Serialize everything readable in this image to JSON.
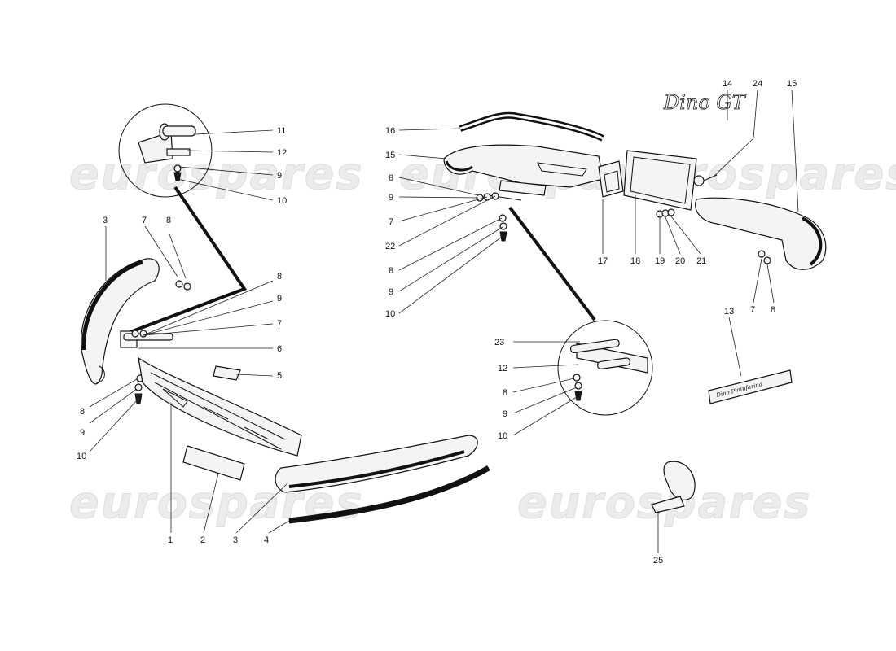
{
  "watermark": "eurospares",
  "emblem_script": "Dino GT",
  "badge_text": "Dino Pininfarina",
  "callouts": {
    "c1": "1",
    "c2": "2",
    "c3a": "3",
    "c3b": "3",
    "c4": "4",
    "c5": "5",
    "c6": "6",
    "c7a": "7",
    "c7b": "7",
    "c7c": "7",
    "c7d": "7",
    "c8a": "8",
    "c8b": "8",
    "c8c": "8",
    "c8d": "8",
    "c8e": "8",
    "c8f": "8",
    "c8g": "8",
    "c9a": "9",
    "c9b": "9",
    "c9c": "9",
    "c9d": "9",
    "c9e": "9",
    "c9f": "9",
    "c10a": "10",
    "c10b": "10",
    "c10c": "10",
    "c10d": "10",
    "c11": "11",
    "c12a": "12",
    "c12b": "12",
    "c13": "13",
    "c14": "14",
    "c15a": "15",
    "c15b": "15",
    "c16": "16",
    "c17": "17",
    "c18": "18",
    "c19": "19",
    "c20": "20",
    "c21": "21",
    "c22": "22",
    "c23": "23",
    "c24": "24",
    "c25": "25"
  }
}
